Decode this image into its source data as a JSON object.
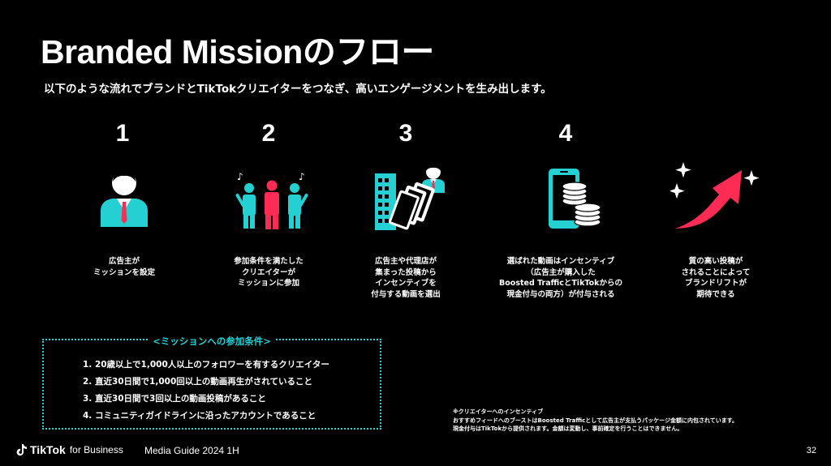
{
  "header": {
    "title": "Branded Missionのフロー",
    "subtitle": "以下のような流れでブランドとTikTokクリエイターをつなぎ、高いエンゲージメントを生み出します。"
  },
  "steps": [
    {
      "number": "1",
      "icon": "business-person-icon",
      "description": "広告主が\nミッションを設定"
    },
    {
      "number": "2",
      "icon": "creators-group-icon",
      "description": "参加条件を満たした\nクリエイターが\nミッションに参加"
    },
    {
      "number": "3",
      "icon": "building-and-cards-icon",
      "description": "広告主や代理店が\n集まった投稿から\nインセンティブを\n付与する動画を選出"
    },
    {
      "number": "4",
      "icon": "phone-coins-icon",
      "description": "選ばれた動画はインセンティブ\n（広告主が購入した\nBoosted TrafficとTikTokからの\n現金付与の両方）が付与される"
    },
    {
      "number": "",
      "icon": "rising-arrow-sparkles-icon",
      "description": "質の高い投稿が\nされることによって\nブランドリフトが\n期待できる"
    }
  ],
  "conditions": {
    "title": "<ミッションへの参加条件>",
    "items": [
      "1. 20歳以上で1,000人以上のフォロワーを有するクリエイター",
      "2. 直近30日間で1,000回以上の動画再生がされていること",
      "3. 直近30日間で3回以上の動画投稿があること",
      "4. コミュニティガイドラインに沿ったアカウントであること"
    ]
  },
  "note": {
    "line1": "※クリエイターへのインセンティブ",
    "line2": "おすすめフィードへのブーストはBoosted Trafficとして広告主が支払うパッケージ金額に内包されています。",
    "line3": "現金付与はTikTokから提供されます。金額は変動し、事前確定を行うことはできません。"
  },
  "footer": {
    "brand": "TikTok",
    "brand_sub": "for Business",
    "guide": "Media Guide 2024  1H",
    "page": "32"
  },
  "colors": {
    "background": "#000000",
    "teal": "#25d0d2",
    "pink": "#fe2c55",
    "white": "#ffffff"
  }
}
